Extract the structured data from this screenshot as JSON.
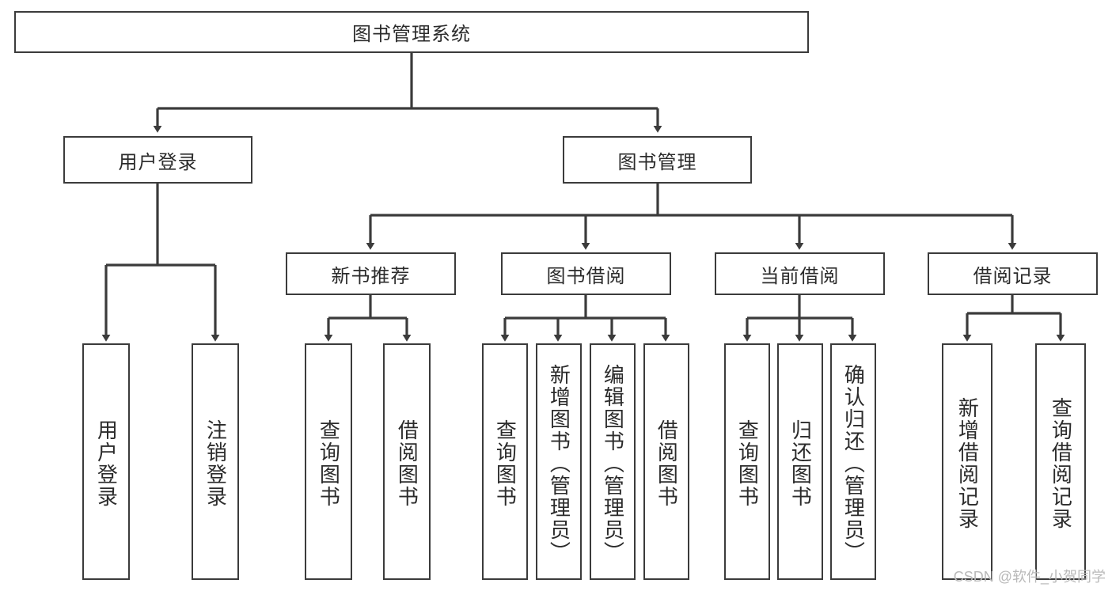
{
  "diagram": {
    "title": "图书管理系统",
    "watermark": "CSDN @软件_小贺同学",
    "line_color": "#3b3b3b",
    "box_fill": "#ffffff",
    "text_color": "#2b2b2b",
    "nodes": {
      "root": "图书管理系统",
      "user_login": "用户登录",
      "book_manage": "图书管理",
      "new_book_rec": "新书推荐",
      "book_borrow": "图书借阅",
      "current_borrow": "当前借阅",
      "borrow_record": "借阅记录",
      "leaf_user_login": "用户登录",
      "leaf_logout_login": "注销登录",
      "leaf_query_book_1": "查询图书",
      "leaf_borrow_book_1": "借阅图书",
      "leaf_query_book_2": "查询图书",
      "leaf_add_book_admin": "新增图书（管理员）",
      "leaf_edit_book_admin": "编辑图书（管理员）",
      "leaf_borrow_book_2": "借阅图书",
      "leaf_query_book_3": "查询图书",
      "leaf_return_book": "归还图书",
      "leaf_confirm_return_admin": "确认归还（管理员）",
      "leaf_add_borrow_record": "新增借阅记录",
      "leaf_query_borrow_record": "查询借阅记录"
    }
  }
}
